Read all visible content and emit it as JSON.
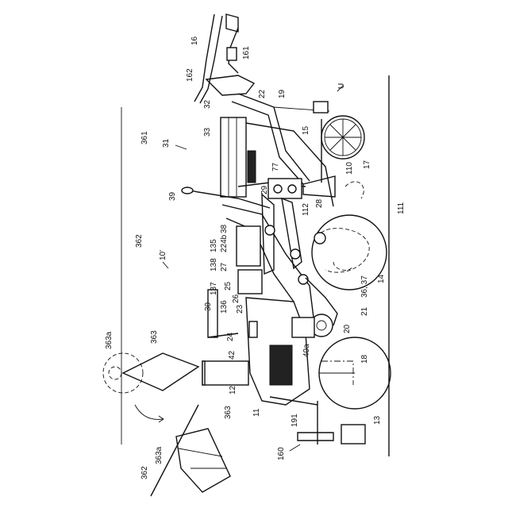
{
  "diagram": {
    "labels": {
      "l16": "16",
      "l161": "161",
      "l162": "162",
      "l32": "32",
      "l22": "22",
      "l19": "19",
      "lU": "U",
      "l15": "15",
      "l361": "361",
      "l31": "31",
      "l33": "33",
      "l77": "77",
      "l110": "110",
      "l17": "17",
      "l39": "39",
      "l29": "29",
      "l112": "112",
      "l28": "28",
      "l111": "111",
      "l362a": "362",
      "l10p": "10'",
      "l135": "135",
      "l138": "138",
      "l27": "27",
      "l224b": "224b",
      "l38": "38",
      "l137": "137",
      "l25": "25",
      "l26": "26",
      "l136": "136",
      "l23": "23",
      "l30": "30",
      "l36_37": "36, 37",
      "l14": "14",
      "l21": "21",
      "l20": "20",
      "l24": "24",
      "l363a": "363a",
      "l363": "363",
      "l42": "42",
      "l40a": "40a",
      "l18": "18",
      "l12": "12",
      "l11": "11",
      "l191": "191",
      "l13": "13",
      "l160": "160",
      "l363b": "363",
      "l363a2": "363a",
      "l362b": "362"
    }
  }
}
